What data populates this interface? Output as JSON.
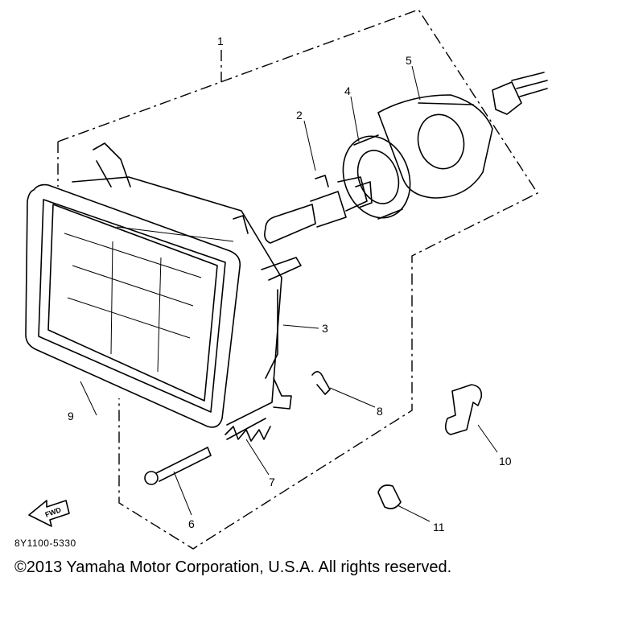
{
  "diagram": {
    "callouts": [
      {
        "id": "1",
        "text": "1"
      },
      {
        "id": "2",
        "text": "2"
      },
      {
        "id": "3",
        "text": "3"
      },
      {
        "id": "4",
        "text": "4"
      },
      {
        "id": "5",
        "text": "5"
      },
      {
        "id": "6",
        "text": "6"
      },
      {
        "id": "7",
        "text": "7"
      },
      {
        "id": "8",
        "text": "8"
      },
      {
        "id": "9",
        "text": "9"
      },
      {
        "id": "10",
        "text": "10"
      },
      {
        "id": "11",
        "text": "11"
      }
    ],
    "fwd_label": "FWD",
    "diagram_code": "8Y1100-5330"
  },
  "footer": {
    "copyright": "©2013 Yamaha Motor Corporation, U.S.A. All rights reserved."
  }
}
